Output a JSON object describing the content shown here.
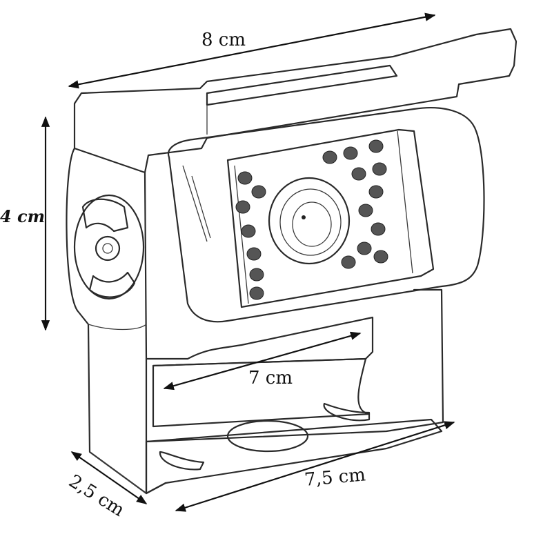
{
  "diagram": {
    "colors": {
      "ink": "#2a2a2a",
      "background": "#ffffff",
      "led": "#555555"
    },
    "dimensions": {
      "top_width": "8 cm",
      "height": "4 cm",
      "inner_width": "7 cm",
      "base_width": "7,5 cm",
      "depth": "2,5 cm"
    }
  }
}
